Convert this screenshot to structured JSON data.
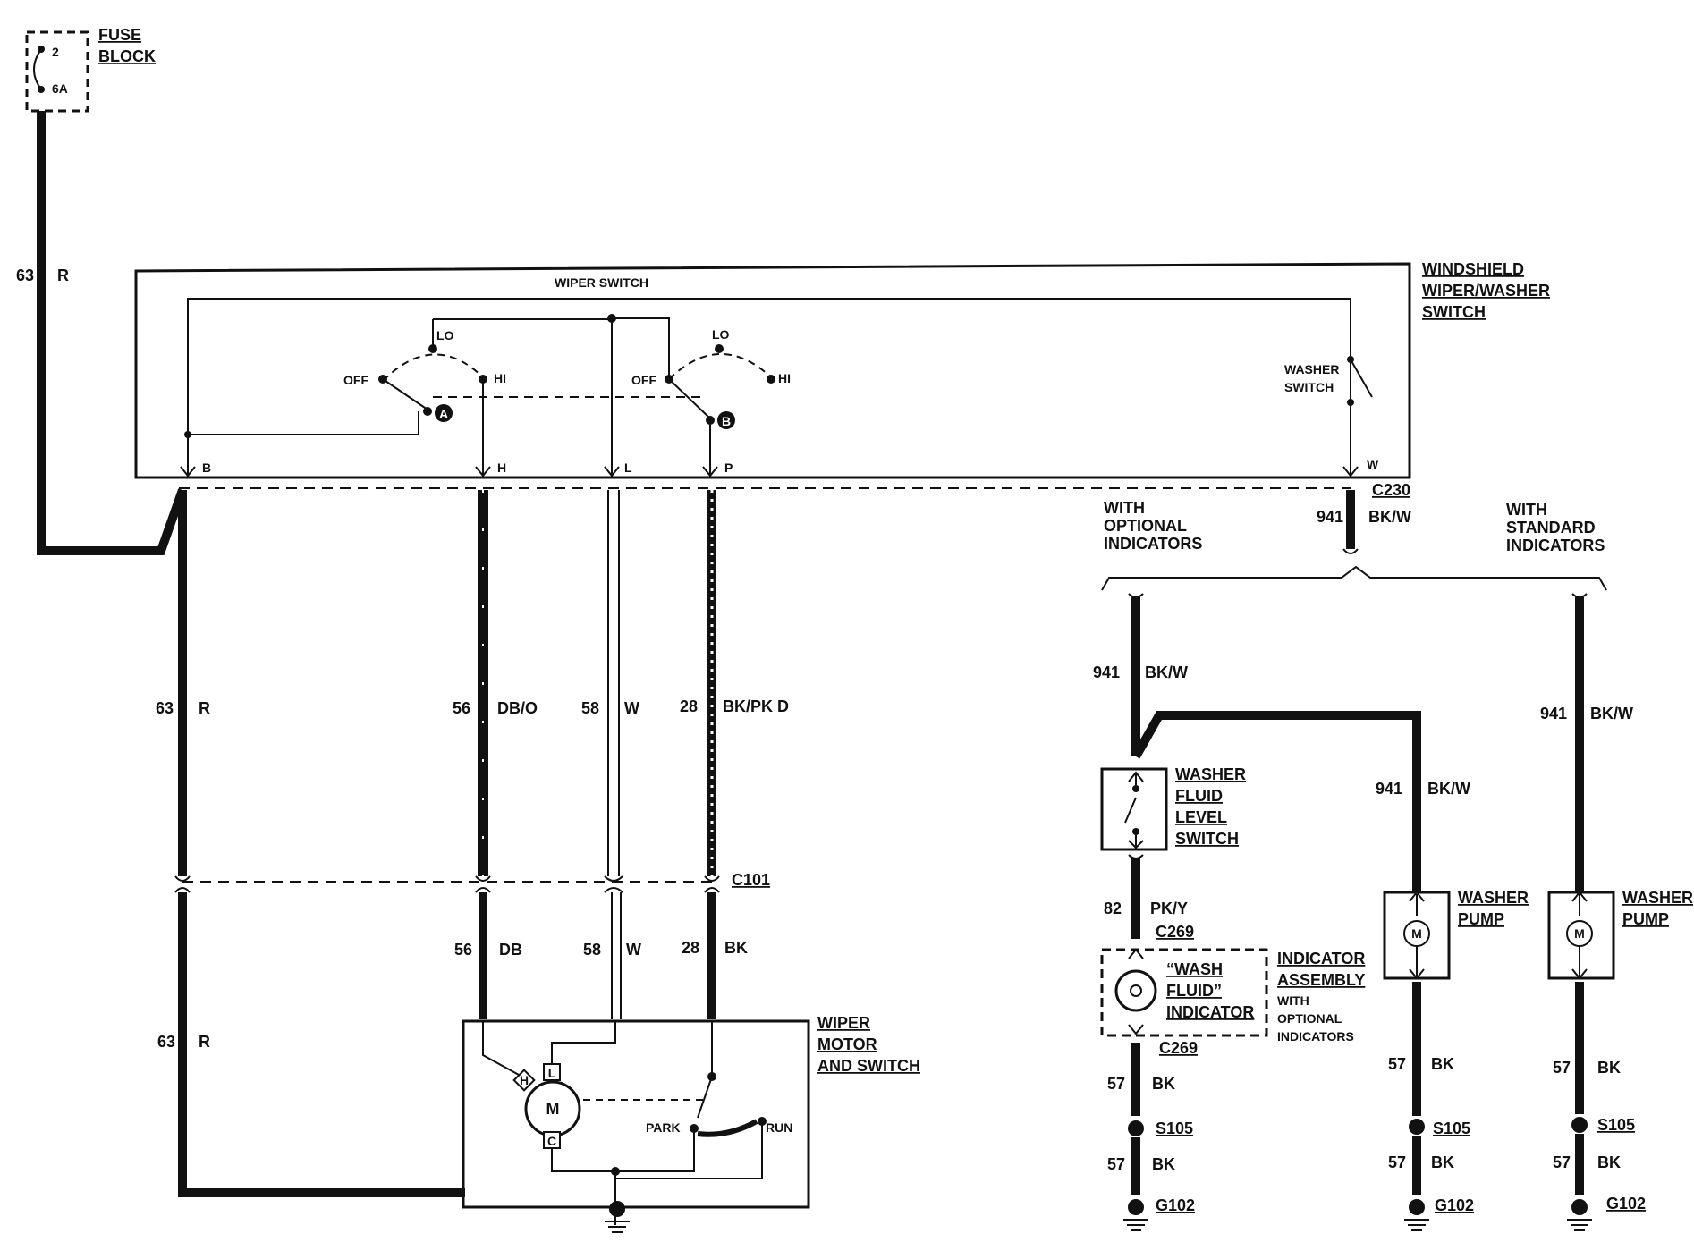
{
  "fuse_block": {
    "title": [
      "FUSE",
      "BLOCK"
    ],
    "slot": "2",
    "rating": "6A"
  },
  "switch_assembly": {
    "title": [
      "WINDSHIELD",
      "WIPER/WASHER",
      "SWITCH"
    ],
    "wiper_switch_label": "WIPER SWITCH",
    "washer_switch_label": [
      "WASHER",
      "SWITCH"
    ],
    "pos_off": "OFF",
    "pos_lo": "LO",
    "pos_hi": "HI",
    "marker_a": "A",
    "marker_b": "B",
    "pins": [
      "B",
      "H",
      "L",
      "P",
      "W"
    ]
  },
  "wires": {
    "w63": {
      "num": "63",
      "color": "R"
    },
    "w56_upper": {
      "num": "56",
      "color": "DB/O"
    },
    "w56_lower": {
      "num": "56",
      "color": "DB"
    },
    "w58": {
      "num": "58",
      "color": "W"
    },
    "w28_upper": {
      "num": "28",
      "color": "BK/PK D"
    },
    "w28_lower": {
      "num": "28",
      "color": "BK"
    },
    "w941": {
      "num": "941",
      "color": "BK/W"
    },
    "w82": {
      "num": "82",
      "color": "PK/Y"
    },
    "w57": {
      "num": "57",
      "color": "BK"
    }
  },
  "connectors": {
    "c101": "C101",
    "c230": "C230",
    "c269": "C269"
  },
  "branches": {
    "optional": [
      "WITH",
      "OPTIONAL",
      "INDICATORS"
    ],
    "standard": [
      "WITH",
      "STANDARD",
      "INDICATORS"
    ]
  },
  "components": {
    "washer_fluid_level_switch": [
      "WASHER",
      "FLUID",
      "LEVEL",
      "SWITCH"
    ],
    "washer_pump": [
      "WASHER",
      "PUMP"
    ],
    "indicator_assembly": [
      "INDICATOR",
      "ASSEMBLY"
    ],
    "indicator_note": [
      "WITH",
      "OPTIONAL",
      "INDICATORS"
    ],
    "wash_fluid_indicator": [
      "“WASH",
      "FLUID”",
      "INDICATOR"
    ],
    "wiper_motor": [
      "WIPER",
      "MOTOR",
      "AND SWITCH"
    ],
    "motor_symbol": "M",
    "motor_terminals": [
      "H",
      "L",
      "C"
    ],
    "park": "PARK",
    "run": "RUN"
  },
  "splices": {
    "s105": "S105"
  },
  "grounds": {
    "g102": "G102"
  }
}
